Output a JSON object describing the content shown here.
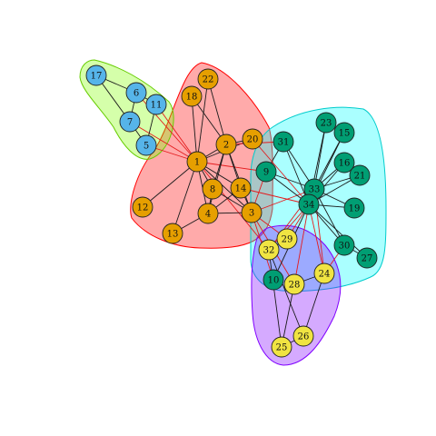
{
  "graph": {
    "groups": [
      {
        "id": "A",
        "hull_fill": "#ff000055",
        "hull_stroke": "#ff0000",
        "node_color": "#e69f00"
      },
      {
        "id": "B",
        "hull_fill": "#80ff0055",
        "hull_stroke": "#66cc00",
        "node_color": "#56b4e9"
      },
      {
        "id": "C",
        "hull_fill": "#00ffff55",
        "hull_stroke": "#00cccc",
        "node_color": "#009e73"
      },
      {
        "id": "D",
        "hull_fill": "#8000ff55",
        "hull_stroke": "#8000ff",
        "node_color": "#f0e442"
      }
    ],
    "nodes": [
      {
        "id": "1",
        "group": "A"
      },
      {
        "id": "2",
        "group": "A"
      },
      {
        "id": "3",
        "group": "A"
      },
      {
        "id": "4",
        "group": "A"
      },
      {
        "id": "5",
        "group": "B"
      },
      {
        "id": "6",
        "group": "B"
      },
      {
        "id": "7",
        "group": "B"
      },
      {
        "id": "8",
        "group": "A"
      },
      {
        "id": "9",
        "group": "C"
      },
      {
        "id": "10",
        "group": "C"
      },
      {
        "id": "11",
        "group": "B"
      },
      {
        "id": "12",
        "group": "A"
      },
      {
        "id": "13",
        "group": "A"
      },
      {
        "id": "14",
        "group": "A"
      },
      {
        "id": "15",
        "group": "C"
      },
      {
        "id": "16",
        "group": "C"
      },
      {
        "id": "17",
        "group": "B"
      },
      {
        "id": "18",
        "group": "A"
      },
      {
        "id": "19",
        "group": "C"
      },
      {
        "id": "20",
        "group": "A"
      },
      {
        "id": "21",
        "group": "C"
      },
      {
        "id": "22",
        "group": "A"
      },
      {
        "id": "23",
        "group": "C"
      },
      {
        "id": "24",
        "group": "D"
      },
      {
        "id": "25",
        "group": "D"
      },
      {
        "id": "26",
        "group": "D"
      },
      {
        "id": "27",
        "group": "C"
      },
      {
        "id": "28",
        "group": "D"
      },
      {
        "id": "29",
        "group": "D"
      },
      {
        "id": "30",
        "group": "C"
      },
      {
        "id": "31",
        "group": "C"
      },
      {
        "id": "32",
        "group": "D"
      },
      {
        "id": "33",
        "group": "C"
      },
      {
        "id": "34",
        "group": "C"
      }
    ],
    "edges": [
      [
        "1",
        "2"
      ],
      [
        "1",
        "3"
      ],
      [
        "1",
        "4"
      ],
      [
        "1",
        "5"
      ],
      [
        "1",
        "6"
      ],
      [
        "1",
        "7"
      ],
      [
        "1",
        "8"
      ],
      [
        "1",
        "9"
      ],
      [
        "1",
        "11"
      ],
      [
        "1",
        "12"
      ],
      [
        "1",
        "13"
      ],
      [
        "1",
        "14"
      ],
      [
        "1",
        "18"
      ],
      [
        "1",
        "20"
      ],
      [
        "1",
        "22"
      ],
      [
        "1",
        "32"
      ],
      [
        "2",
        "3"
      ],
      [
        "2",
        "4"
      ],
      [
        "2",
        "8"
      ],
      [
        "2",
        "14"
      ],
      [
        "2",
        "18"
      ],
      [
        "2",
        "20"
      ],
      [
        "2",
        "22"
      ],
      [
        "2",
        "31"
      ],
      [
        "3",
        "4"
      ],
      [
        "3",
        "8"
      ],
      [
        "3",
        "9"
      ],
      [
        "3",
        "10"
      ],
      [
        "3",
        "14"
      ],
      [
        "3",
        "28"
      ],
      [
        "3",
        "29"
      ],
      [
        "3",
        "33"
      ],
      [
        "4",
        "8"
      ],
      [
        "4",
        "13"
      ],
      [
        "4",
        "14"
      ],
      [
        "5",
        "7"
      ],
      [
        "5",
        "11"
      ],
      [
        "6",
        "7"
      ],
      [
        "6",
        "11"
      ],
      [
        "6",
        "17"
      ],
      [
        "7",
        "17"
      ],
      [
        "9",
        "31"
      ],
      [
        "9",
        "33"
      ],
      [
        "9",
        "34"
      ],
      [
        "10",
        "34"
      ],
      [
        "14",
        "34"
      ],
      [
        "15",
        "33"
      ],
      [
        "15",
        "34"
      ],
      [
        "16",
        "33"
      ],
      [
        "16",
        "34"
      ],
      [
        "19",
        "33"
      ],
      [
        "19",
        "34"
      ],
      [
        "20",
        "34"
      ],
      [
        "21",
        "33"
      ],
      [
        "21",
        "34"
      ],
      [
        "23",
        "33"
      ],
      [
        "23",
        "34"
      ],
      [
        "24",
        "26"
      ],
      [
        "24",
        "28"
      ],
      [
        "24",
        "30"
      ],
      [
        "24",
        "33"
      ],
      [
        "24",
        "34"
      ],
      [
        "25",
        "26"
      ],
      [
        "25",
        "28"
      ],
      [
        "25",
        "32"
      ],
      [
        "26",
        "32"
      ],
      [
        "27",
        "30"
      ],
      [
        "27",
        "34"
      ],
      [
        "28",
        "34"
      ],
      [
        "29",
        "32"
      ],
      [
        "29",
        "34"
      ],
      [
        "30",
        "33"
      ],
      [
        "30",
        "34"
      ],
      [
        "31",
        "33"
      ],
      [
        "31",
        "34"
      ],
      [
        "32",
        "33"
      ],
      [
        "32",
        "34"
      ],
      [
        "33",
        "34"
      ]
    ]
  }
}
